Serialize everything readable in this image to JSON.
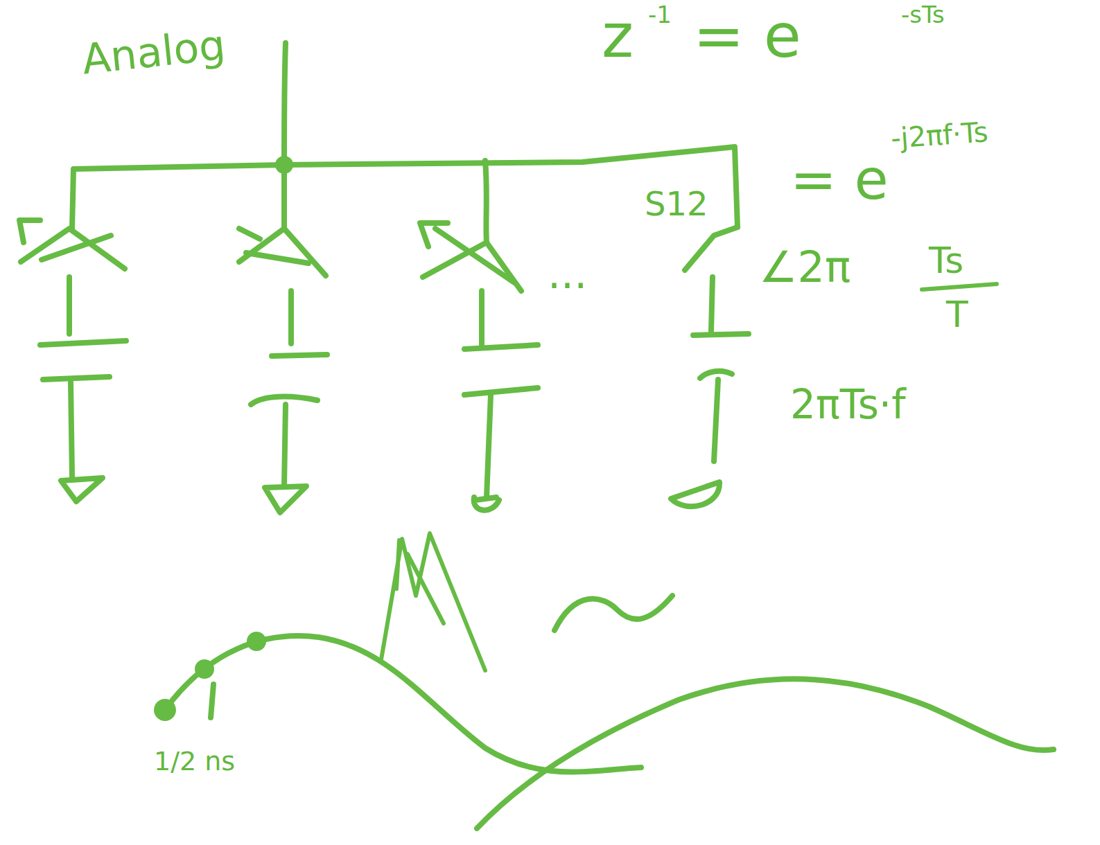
{
  "diagram": {
    "labels": [
      "Analog",
      "z",
      "-1",
      "= e",
      "-sTs",
      "= e",
      "-j2πf·Ts",
      "S12",
      "...",
      "∠2π",
      "Ts",
      "T",
      "2πTs·f",
      "1/2 ns"
    ]
  }
}
